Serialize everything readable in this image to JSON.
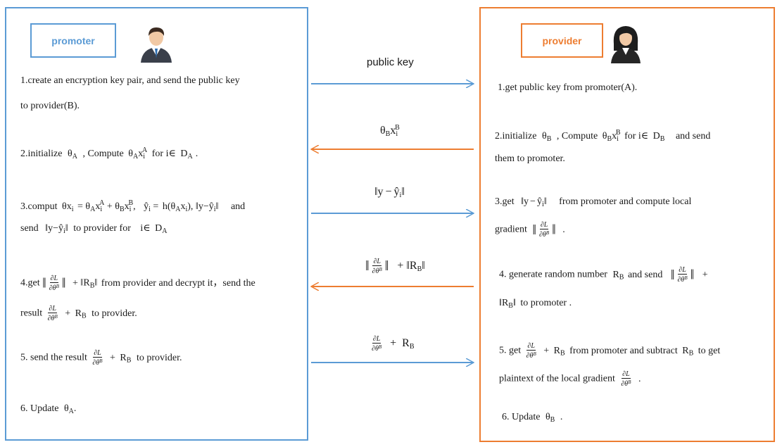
{
  "colors": {
    "promoter": "#5b9bd5",
    "provider": "#ed7d31",
    "text": "#1a1a1a"
  },
  "promoter": {
    "label": "promoter",
    "avatar_icon": "businessman-icon",
    "steps": {
      "s1a": "1.create an encryption key pair, and send the public key",
      "s1b": "to provider(B).",
      "s2a": "2.initialize",
      "s2b": ", Compute",
      "s2c": "for i∈",
      "s3a": "3.comput",
      "s3b": "and",
      "s3c": "send",
      "s3d": "to provider for",
      "s3e": "i∈",
      "s4a": "4.get",
      "s4b": "from provider and decrypt it，send the",
      "s4c": "result",
      "s4d": "to provider.",
      "s5a": "5. send the result",
      "s5b": "to provider.",
      "s6a": "6. Update"
    }
  },
  "provider": {
    "label": "provider",
    "avatar_icon": "businesswoman-icon",
    "steps": {
      "s1": "1.get public key from promoter(A).",
      "s2a": "2.initialize",
      "s2b": ", Compute",
      "s2c": "for i∈",
      "s2d": "and send",
      "s2e": "them to promoter.",
      "s3a": "3.get",
      "s3b": "from promoter and compute local",
      "s3c": "gradient",
      "s4a": "4. generate random number",
      "s4b": "and send",
      "s4c": "to promoter .",
      "s5a": "5. get",
      "s5b": "from promoter and subtract",
      "s5c": "to get",
      "s5d": "plaintext of the local gradient",
      "s6a": "6. Update"
    }
  },
  "messages": [
    {
      "label": "public key",
      "direction": "to-provider",
      "color": "#5b9bd5"
    },
    {
      "label": "θBxiB",
      "direction": "to-promoter",
      "color": "#ed7d31"
    },
    {
      "label": "||y − ŷi||",
      "direction": "to-provider",
      "color": "#5b9bd5"
    },
    {
      "label": "||∂L/∂θB|| + ||RB||",
      "direction": "to-promoter",
      "color": "#ed7d31"
    },
    {
      "label": "∂L/∂θB + RB",
      "direction": "to-provider",
      "color": "#5b9bd5"
    }
  ],
  "math": {
    "theta": "θ",
    "x": "x",
    "y": "y",
    "R": "R",
    "A": "A",
    "B": "B",
    "D": "D",
    "i": "i",
    "plus": "+",
    "minus": "−",
    "eq": "=",
    "norm": "‖",
    "dL": "∂L",
    "dTheta": "∂θ",
    "h": "h(",
    "close": ")",
    "hat": "ŷ",
    "dot": ".",
    "comma": ","
  }
}
